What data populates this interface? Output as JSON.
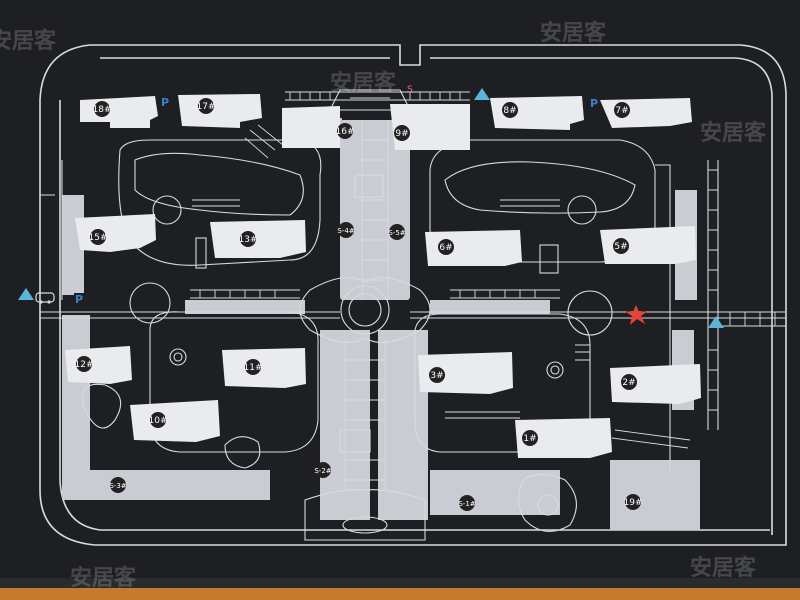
{
  "colors": {
    "background": "#1e1f22",
    "board": "#1a1b1d",
    "line": "#d9dbde",
    "road_fill": "#c9ccd2",
    "building": "#e9ebee",
    "marker_bg": "#222",
    "parking": "#3a7fd0",
    "entrance": "#59b6d8",
    "you_are_here": "#e8423a",
    "floor": "#c57b2e"
  },
  "buildings": [
    {
      "id": "b18",
      "label": "18#"
    },
    {
      "id": "b17",
      "label": "17#"
    },
    {
      "id": "b16",
      "label": "16#"
    },
    {
      "id": "b9",
      "label": "9#"
    },
    {
      "id": "b8",
      "label": "8#"
    },
    {
      "id": "b7",
      "label": "7#"
    },
    {
      "id": "b15",
      "label": "15#"
    },
    {
      "id": "b13",
      "label": "13#"
    },
    {
      "id": "b6",
      "label": "6#"
    },
    {
      "id": "b5",
      "label": "5#"
    },
    {
      "id": "b12",
      "label": "12#"
    },
    {
      "id": "b11",
      "label": "11#"
    },
    {
      "id": "b3",
      "label": "3#"
    },
    {
      "id": "b2",
      "label": "2#"
    },
    {
      "id": "b10",
      "label": "10#"
    },
    {
      "id": "b1",
      "label": "1#"
    },
    {
      "id": "b19",
      "label": "19#"
    }
  ],
  "roads": [
    {
      "id": "s4",
      "label": "S-4#"
    },
    {
      "id": "s5",
      "label": "S-5#"
    },
    {
      "id": "s3",
      "label": "S-3#"
    },
    {
      "id": "s2",
      "label": "S-2#"
    },
    {
      "id": "s1",
      "label": "S-1#"
    }
  ],
  "parking_label": "P",
  "north_label": "S",
  "watermarks": [
    "安居客",
    "安居客",
    "安居客",
    "安居客",
    "安居客",
    "安居客"
  ]
}
